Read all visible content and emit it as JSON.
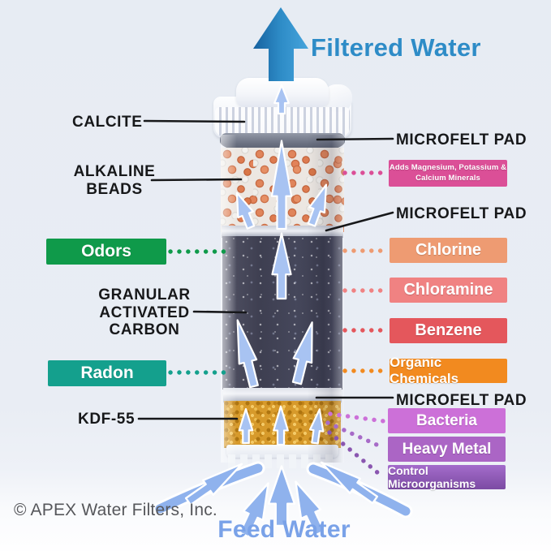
{
  "diagram_title": "APEX water filter cartridge cutaway",
  "flow": {
    "top_label": "Filtered Water",
    "bottom_label": "Feed Water"
  },
  "footer": {
    "copyright": "© APEX Water Filters, Inc."
  },
  "left_labels": {
    "calcite": "CALCITE",
    "alkaline_beads": "ALKALINE\nBEADS",
    "granular_activated_carbon": "GRANULAR\nACTIVATED\nCARBON",
    "kdf": "KDF-55"
  },
  "left_badges": {
    "odors": "Odors",
    "radon": "Radon"
  },
  "right_labels": {
    "microfelt_top": "MICROFELT PAD",
    "microfelt_mid": "MICROFELT PAD",
    "microfelt_bottom": "MICROFELT PAD"
  },
  "right_badges": {
    "minerals": "Adds Magnesium, Potassium &\nCalcium Minerals",
    "chlorine": "Chlorine",
    "chloramine": "Chloramine",
    "benzene": "Benzene",
    "organic_chemicals": "Organic Chemicals",
    "bacteria": "Bacteria",
    "heavy_metal": "Heavy Metal",
    "control_microorganisms": "Control Microorganisms"
  },
  "colors": {
    "odors_green": "#0F9A4A",
    "radon_teal": "#14A08D",
    "minerals_pink": "#DB4F97",
    "chlorine_salmon": "#EE9B72",
    "chloramine_coral": "#F08282",
    "benzene_red": "#E4575C",
    "organic_orange": "#F28A1F",
    "bacteria_orchid": "#CC70D8",
    "heavy_metal_purple": "#AB65C5",
    "control_purple": "#8E56B8",
    "filtered_water_blue": "#2E8CC7",
    "feed_water_blue": "#7AA2E8",
    "flow_arrow_blue": "#2B86C6"
  }
}
